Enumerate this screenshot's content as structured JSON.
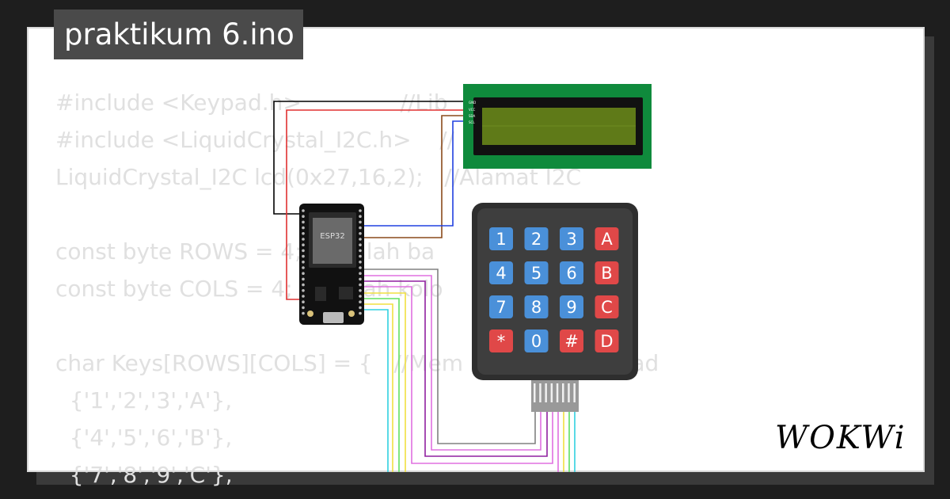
{
  "title": "praktikum 6.ino",
  "code_lines": [
    "#include <Keypad.h>              //Lib",
    "#include <LiquidCrystal_I2C.h>    //",
    "LiquidCrystal_I2C lcd(0x27,16,2);   //Alamat I2C",
    "",
    "const byte ROWS = 4; //Jumlah ba",
    "const byte COLS = 4; //Jumlah kolo",
    "",
    "char Keys[ROWS][COLS] = {   //Mem                    ypad",
    "  {'1','2','3','A'},",
    "  {'4','5','6','B'},",
    "  {'7','8','9','C'},"
  ],
  "esp32": {
    "chip_label": "ESP32"
  },
  "lcd": {
    "pin_labels": [
      "GND",
      "VCC",
      "SDA",
      "SCL"
    ]
  },
  "keypad": {
    "keys": [
      [
        "1",
        "2",
        "3",
        "A"
      ],
      [
        "4",
        "5",
        "6",
        "B"
      ],
      [
        "7",
        "8",
        "9",
        "C"
      ],
      [
        "*",
        "0",
        "#",
        "D"
      ]
    ],
    "colors": {
      "number": "#4a90d9",
      "letter": "#e04848",
      "star": "#e04848",
      "hash": "#e04848"
    }
  },
  "brand": {
    "logo_text": "WOKWi"
  },
  "wire_colors": {
    "gnd": "#000000",
    "vcc": "#e03030",
    "sda": "#8a4a1a",
    "scl": "#2040e0",
    "row": "#e070e0",
    "col": "#f0f000",
    "cyan": "#30d0e0",
    "green": "#60e060",
    "grey": "#808080",
    "purple": "#9020a0"
  }
}
